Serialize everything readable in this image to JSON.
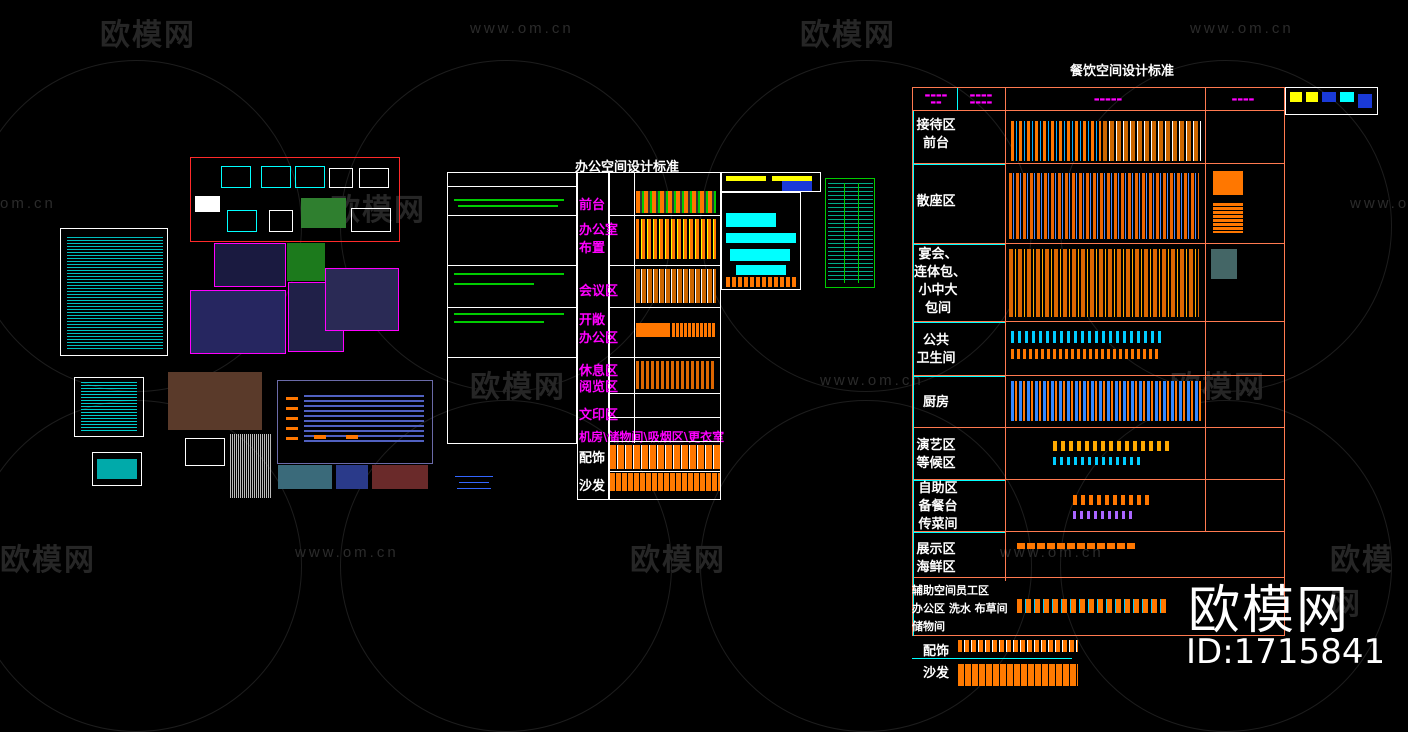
{
  "watermarks": {
    "brand_cn": "欧模网",
    "url": "www.om.cn",
    "url_partial": "om.cn",
    "brand_partial": "模网"
  },
  "office": {
    "title": "办公空间设计标准",
    "rows": [
      "前台",
      "办公室\n布置",
      "会议区",
      "开敞\n办公区",
      "休息区\n阅览区",
      "文印区",
      "机房\\储物间\\吸烟区\\更衣室",
      "配饰",
      "沙发"
    ]
  },
  "dining": {
    "title": "餐饮空间设计标准",
    "rows": [
      "接待区\n前台",
      "散座区",
      "宴会、\n连体包、\n小中大\n包间",
      "公共\n卫生间",
      "厨房",
      "演艺区\n等候区",
      "自助区\n备餐台\n传菜间",
      "展示区\n海鲜区",
      "辅助空间员工区\n办公区 洗水 布草间\n储物间",
      "配饰",
      "沙发"
    ]
  },
  "brand_logo": {
    "text": "欧模网",
    "id_label": "ID:1715841"
  },
  "colors": {
    "cyan": "#00ffff",
    "magenta": "#ff00ff",
    "orange": "#ff7a00",
    "red_line": "#ff3a2a",
    "white": "#ffffff"
  }
}
